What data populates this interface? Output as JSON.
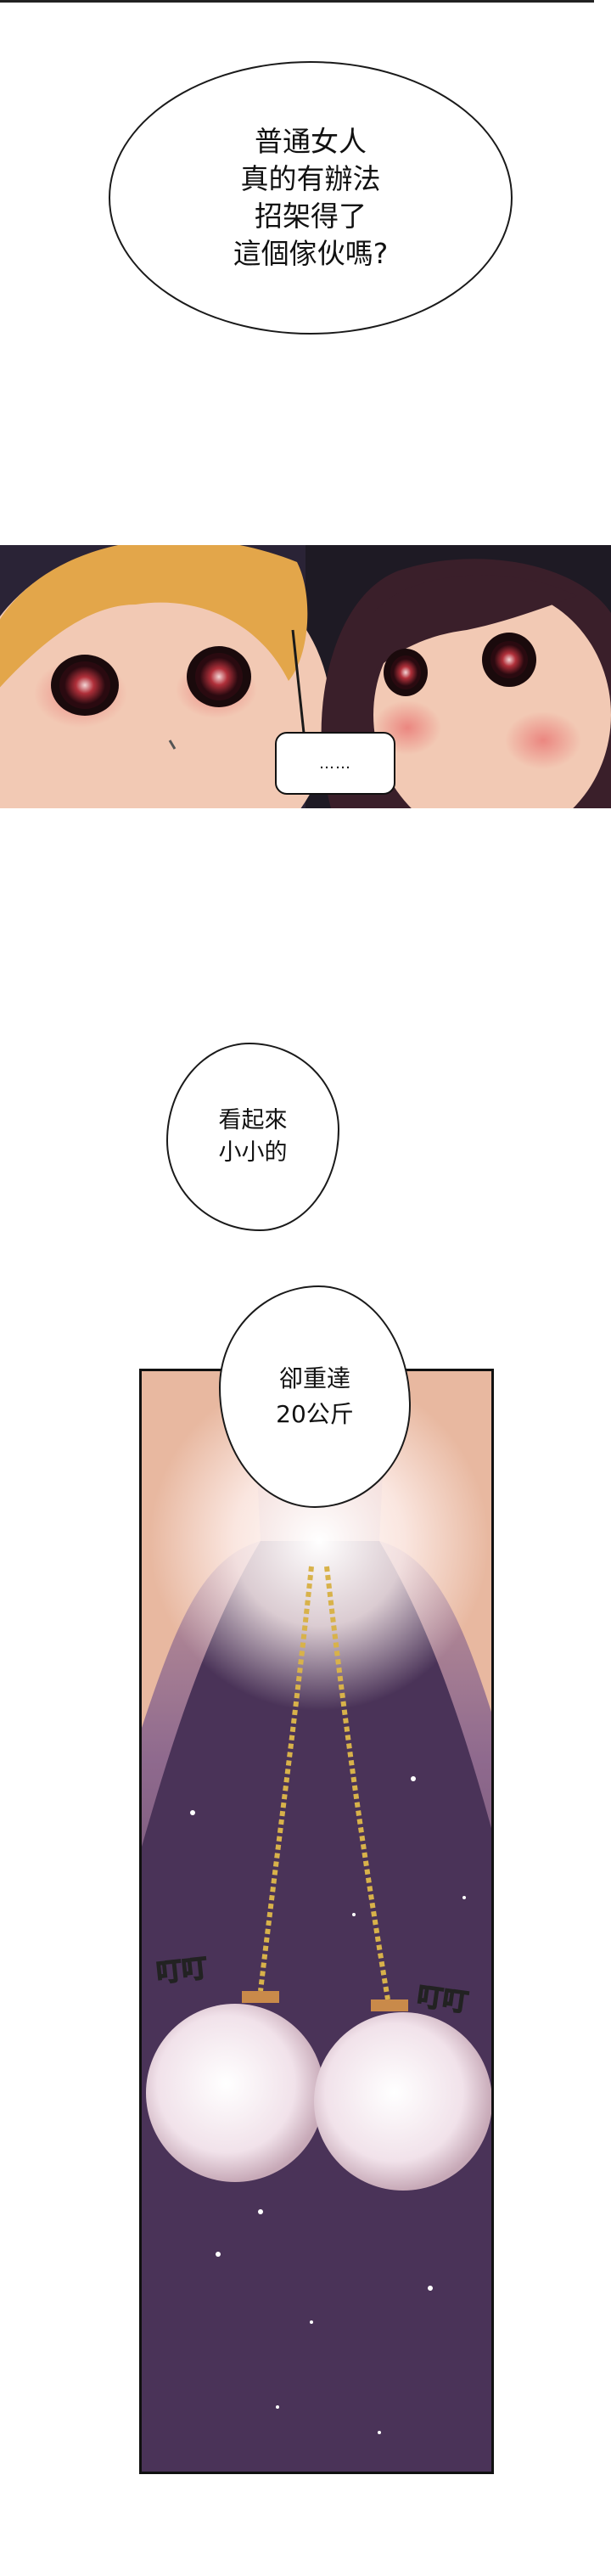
{
  "bubbles": {
    "first": [
      "普通女人",
      "真的有辦法",
      "招架得了",
      "這個傢伙嗎?"
    ],
    "ellipsis": "……",
    "third": [
      "看起來",
      "小小的"
    ],
    "fourth": [
      "卻重達",
      "20公斤"
    ]
  },
  "sfx": {
    "left": "叮叮",
    "right": "叮叮"
  },
  "colors": {
    "panel_dark": "#2a2336",
    "skin": "#f2c9b4",
    "hair_blonde": "#e3a64a",
    "hair_dark": "#3a1f2a",
    "space_purple": "#4a3358"
  }
}
